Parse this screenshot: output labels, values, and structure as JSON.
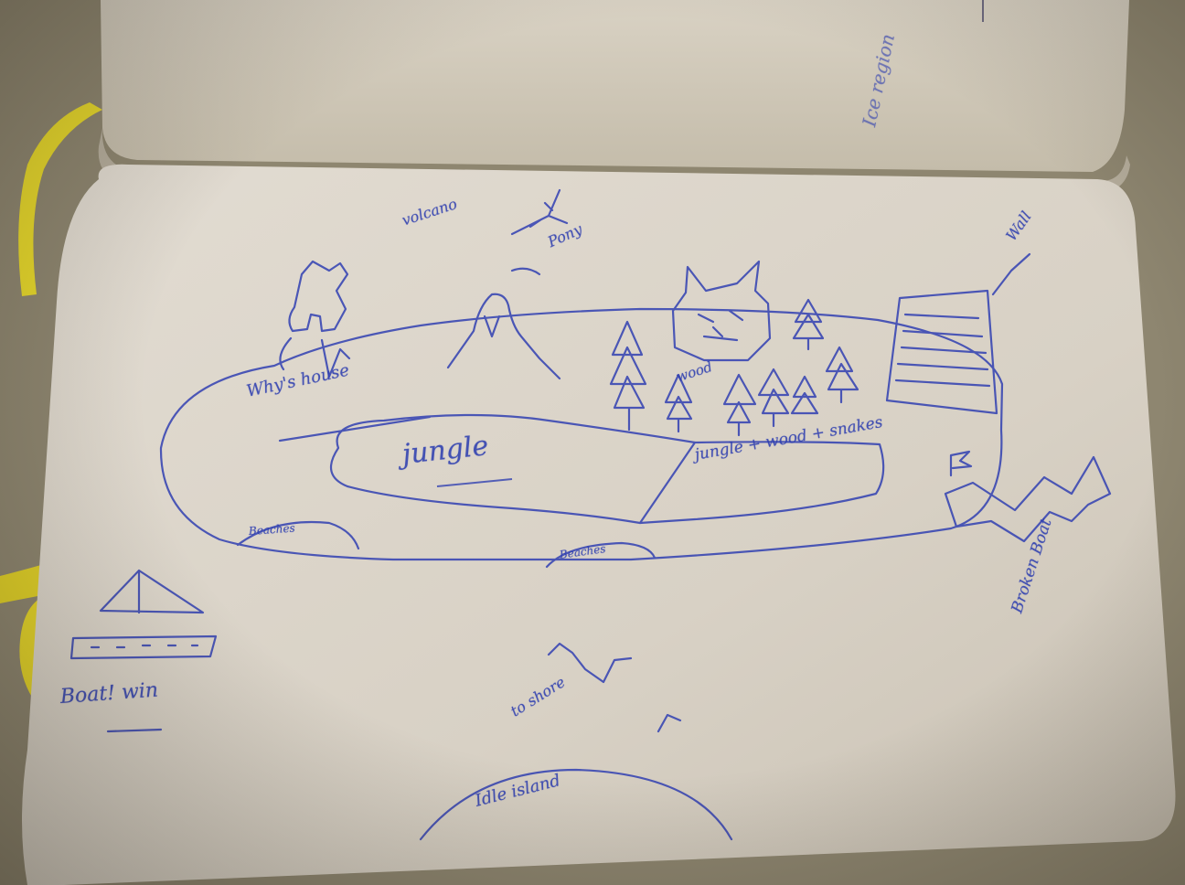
{
  "photo": {
    "subject": "hand-drawn island map sketch in a notebook",
    "colors": {
      "ink": "#2f3fb0",
      "paper": "#dcd6cb",
      "ribbon": "#e8d92c",
      "background": "#8e8670"
    }
  },
  "labels": {
    "volcano": "volcano",
    "pony": "Pony",
    "whys_house": "Why's house",
    "jungle": "jungle",
    "jungle_wood": "jungle + wood + snakes",
    "wall": "Wall",
    "broken_boat": "Broken Boat",
    "boat_win": "Boat! win",
    "island_bottom": "Idle island",
    "beach_left": "Beaches",
    "beach_mid": "Beaches",
    "to_shore": "to shore",
    "top_page_text": "Ice region",
    "wood_label": "wood"
  }
}
